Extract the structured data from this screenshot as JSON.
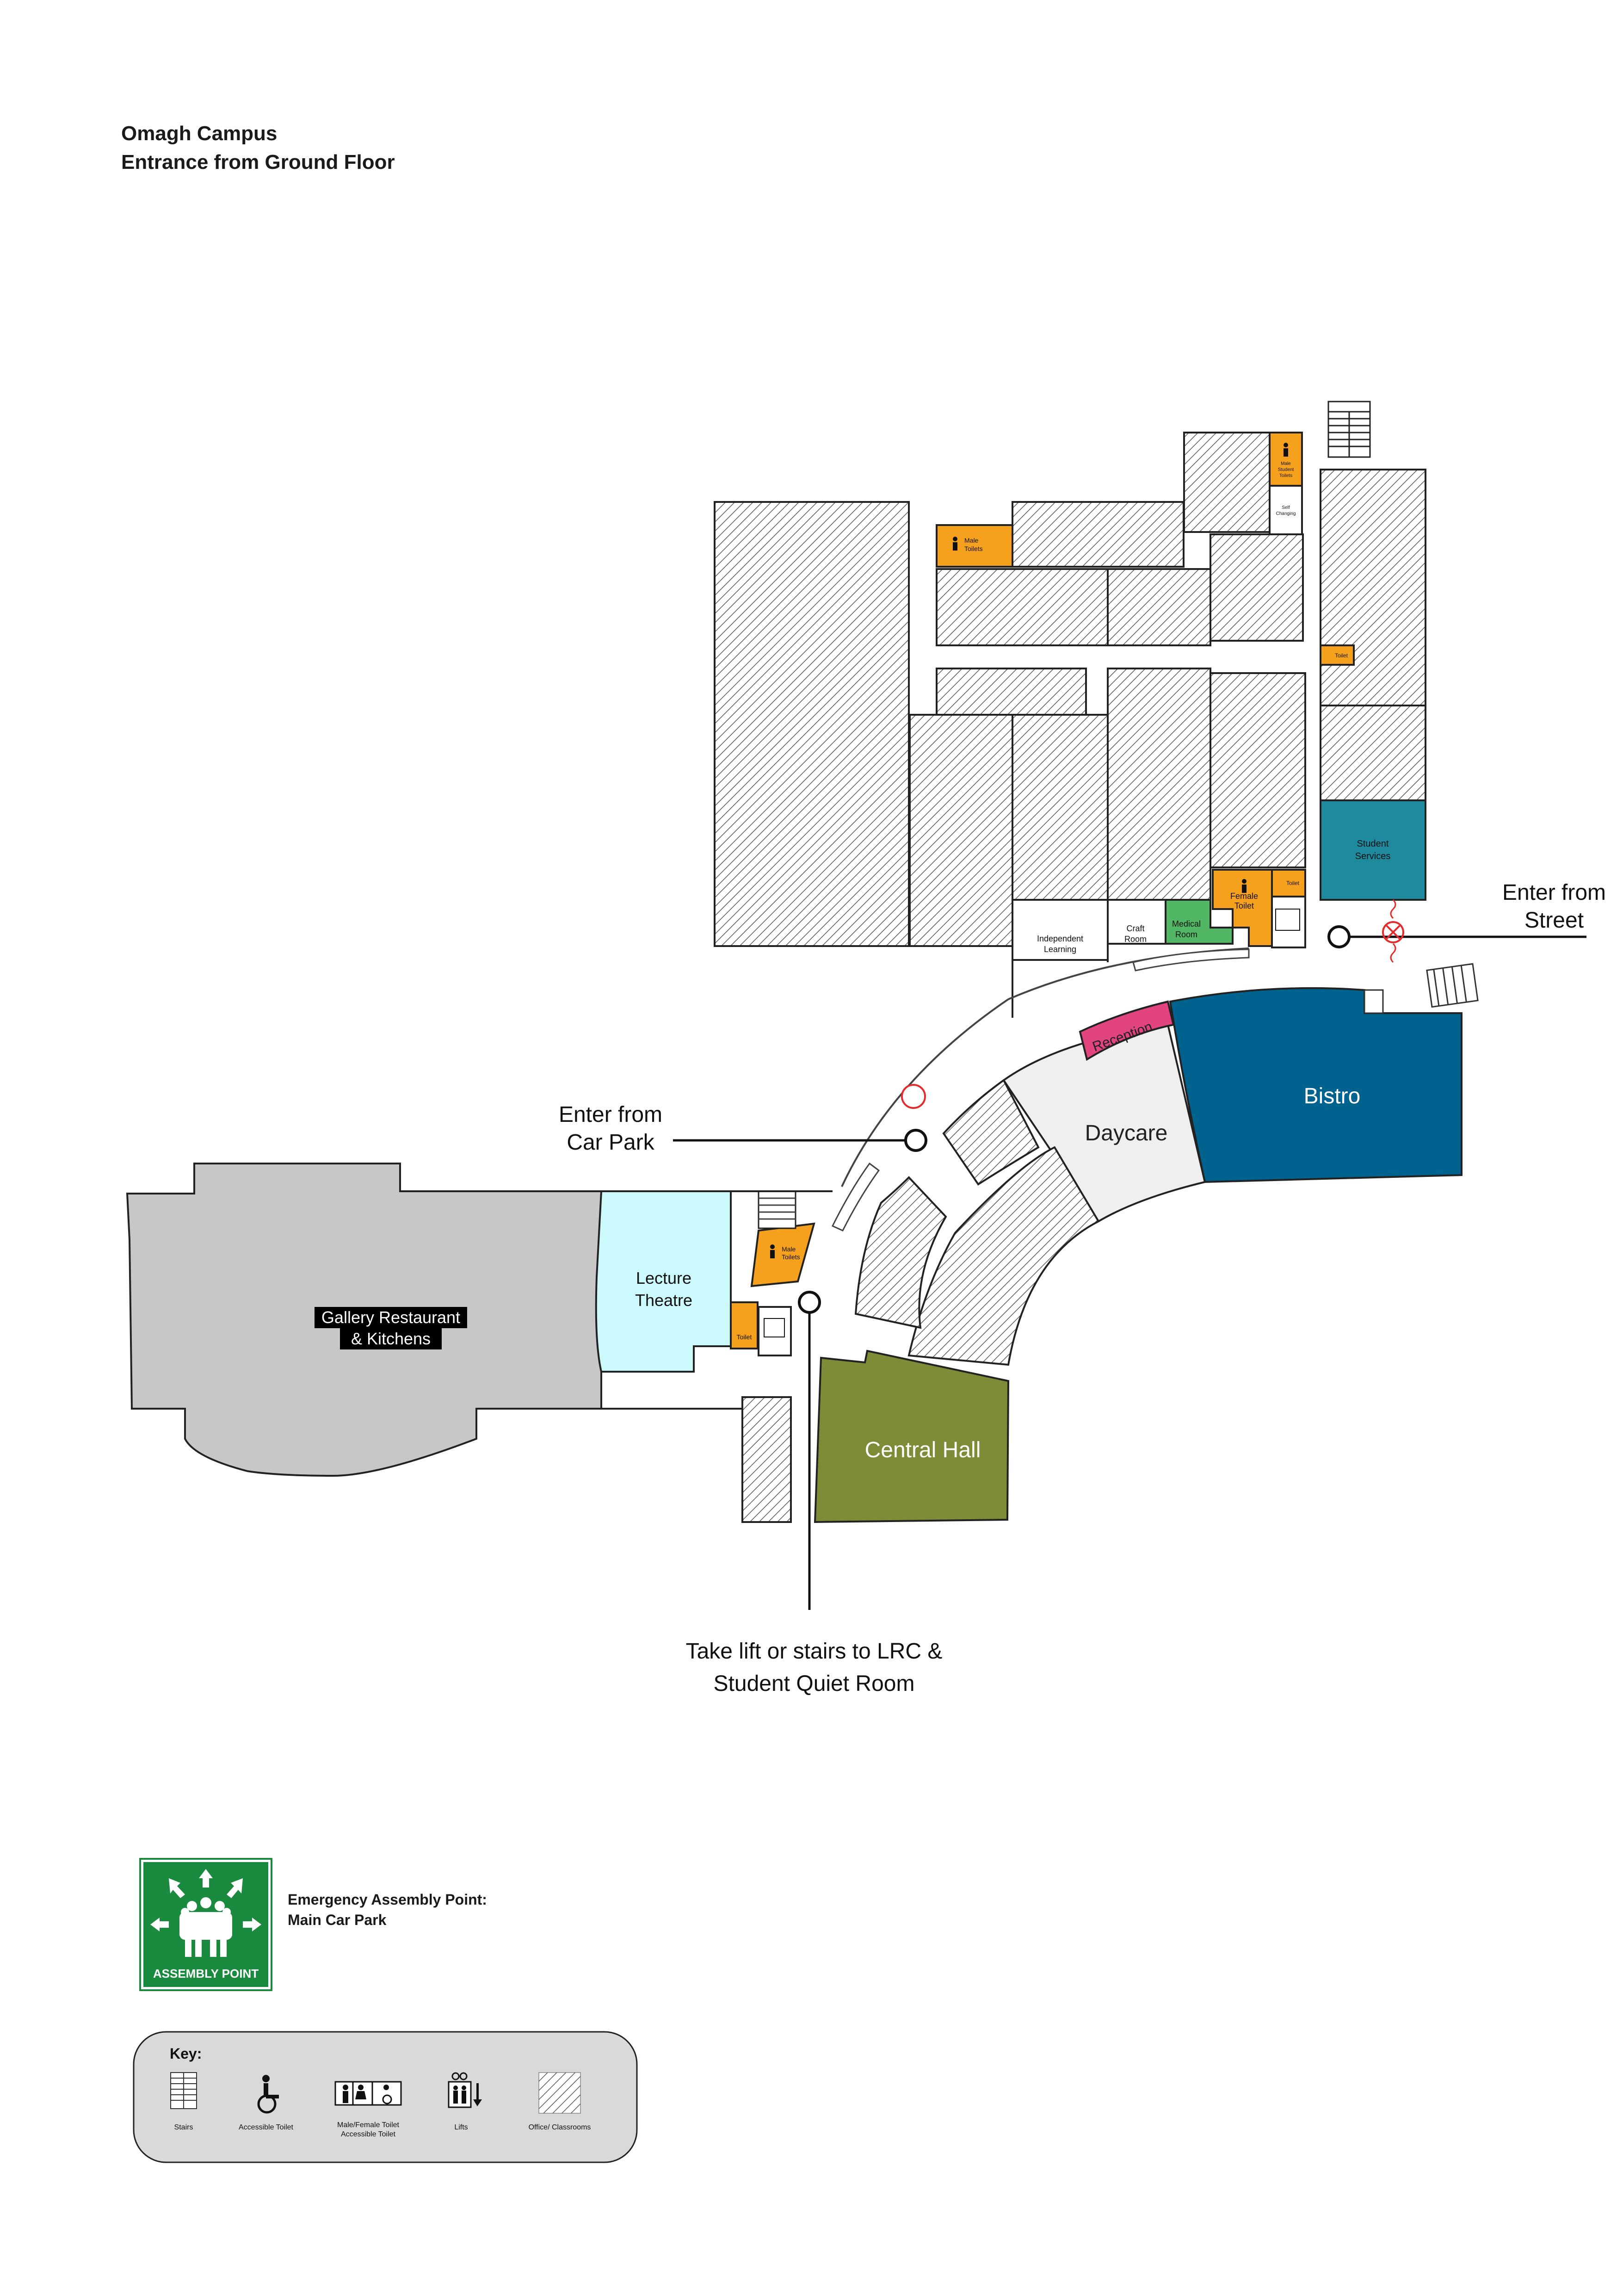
{
  "header": {
    "line1": "Omagh Campus",
    "line2": "Entrance from Ground Floor"
  },
  "rooms": {
    "bistro": "Bistro",
    "daycare": "Daycare",
    "reception": "Reception",
    "central_hall": "Central Hall",
    "lecture_theatre_line1": "Lecture",
    "lecture_theatre_line2": "Theatre",
    "gallery_line1": "Gallery Restaurant",
    "gallery_line2": "& Kitchens",
    "student_services_line1": "Student",
    "student_services_line2": "Services",
    "independent_learning_line1": "Independent",
    "independent_learning_line2": "Learning",
    "craft_room_line1": "Craft",
    "craft_room_line2": "Room",
    "medical_room_line1": "Medical",
    "medical_room_line2": "Room",
    "female_toilet_line1": "Female",
    "female_toilet_line2": "Toilet",
    "male_toilets_north_line1": "Male",
    "male_toilets_north_line2": "Toilets",
    "male_toilets_south_line1": "Male",
    "male_toilets_south_line2": "Toilets",
    "male_student_toilets_line1": "Male",
    "male_student_toilets_line2": "Student",
    "male_student_toilets_line3": "Toilets",
    "self_changing_line1": "Self",
    "self_changing_line2": "Changing",
    "toilet_small": "Toilet",
    "toilet_lecture": "Toilet",
    "toilet_east": "Toilet"
  },
  "callouts": {
    "street_line1": "Enter from",
    "street_line2": "Street",
    "carpark_line1": "Enter from",
    "carpark_line2": "Car Park",
    "lift_line1": "Take lift or stairs to LRC &",
    "lift_line2": "Student Quiet Room"
  },
  "assembly": {
    "sign_label": "ASSEMBLY POINT",
    "line1": "Emergency Assembly Point:",
    "line2": "Main Car Park"
  },
  "key": {
    "title": "Key:",
    "items": [
      {
        "icon": "stairs-icon",
        "label": "Stairs"
      },
      {
        "icon": "accessible-toilet-icon",
        "label": "Accessible Toilet"
      },
      {
        "icon": "toilets-icon",
        "label_line1": "Male/Female Toilet",
        "label_line2": "Accessible Toilet"
      },
      {
        "icon": "lift-icon",
        "label": "Lifts"
      },
      {
        "icon": "hatch-icon",
        "label": "Office/ Classrooms"
      }
    ]
  },
  "colors": {
    "bistro": "#00628f",
    "student_services": "#1f8a9e",
    "central_hall": "#7d8c36",
    "reception": "#e2447f",
    "medical_room": "#52b765",
    "toilets": "#f5a11e",
    "daycare": "#efefef",
    "lecture_theatre": "#ccf9fc",
    "gallery": "#c7c7c7",
    "assembly_green": "#1a8a3e",
    "key_panel": "#d9d9d9",
    "entrance_red": "#e32b2b"
  }
}
